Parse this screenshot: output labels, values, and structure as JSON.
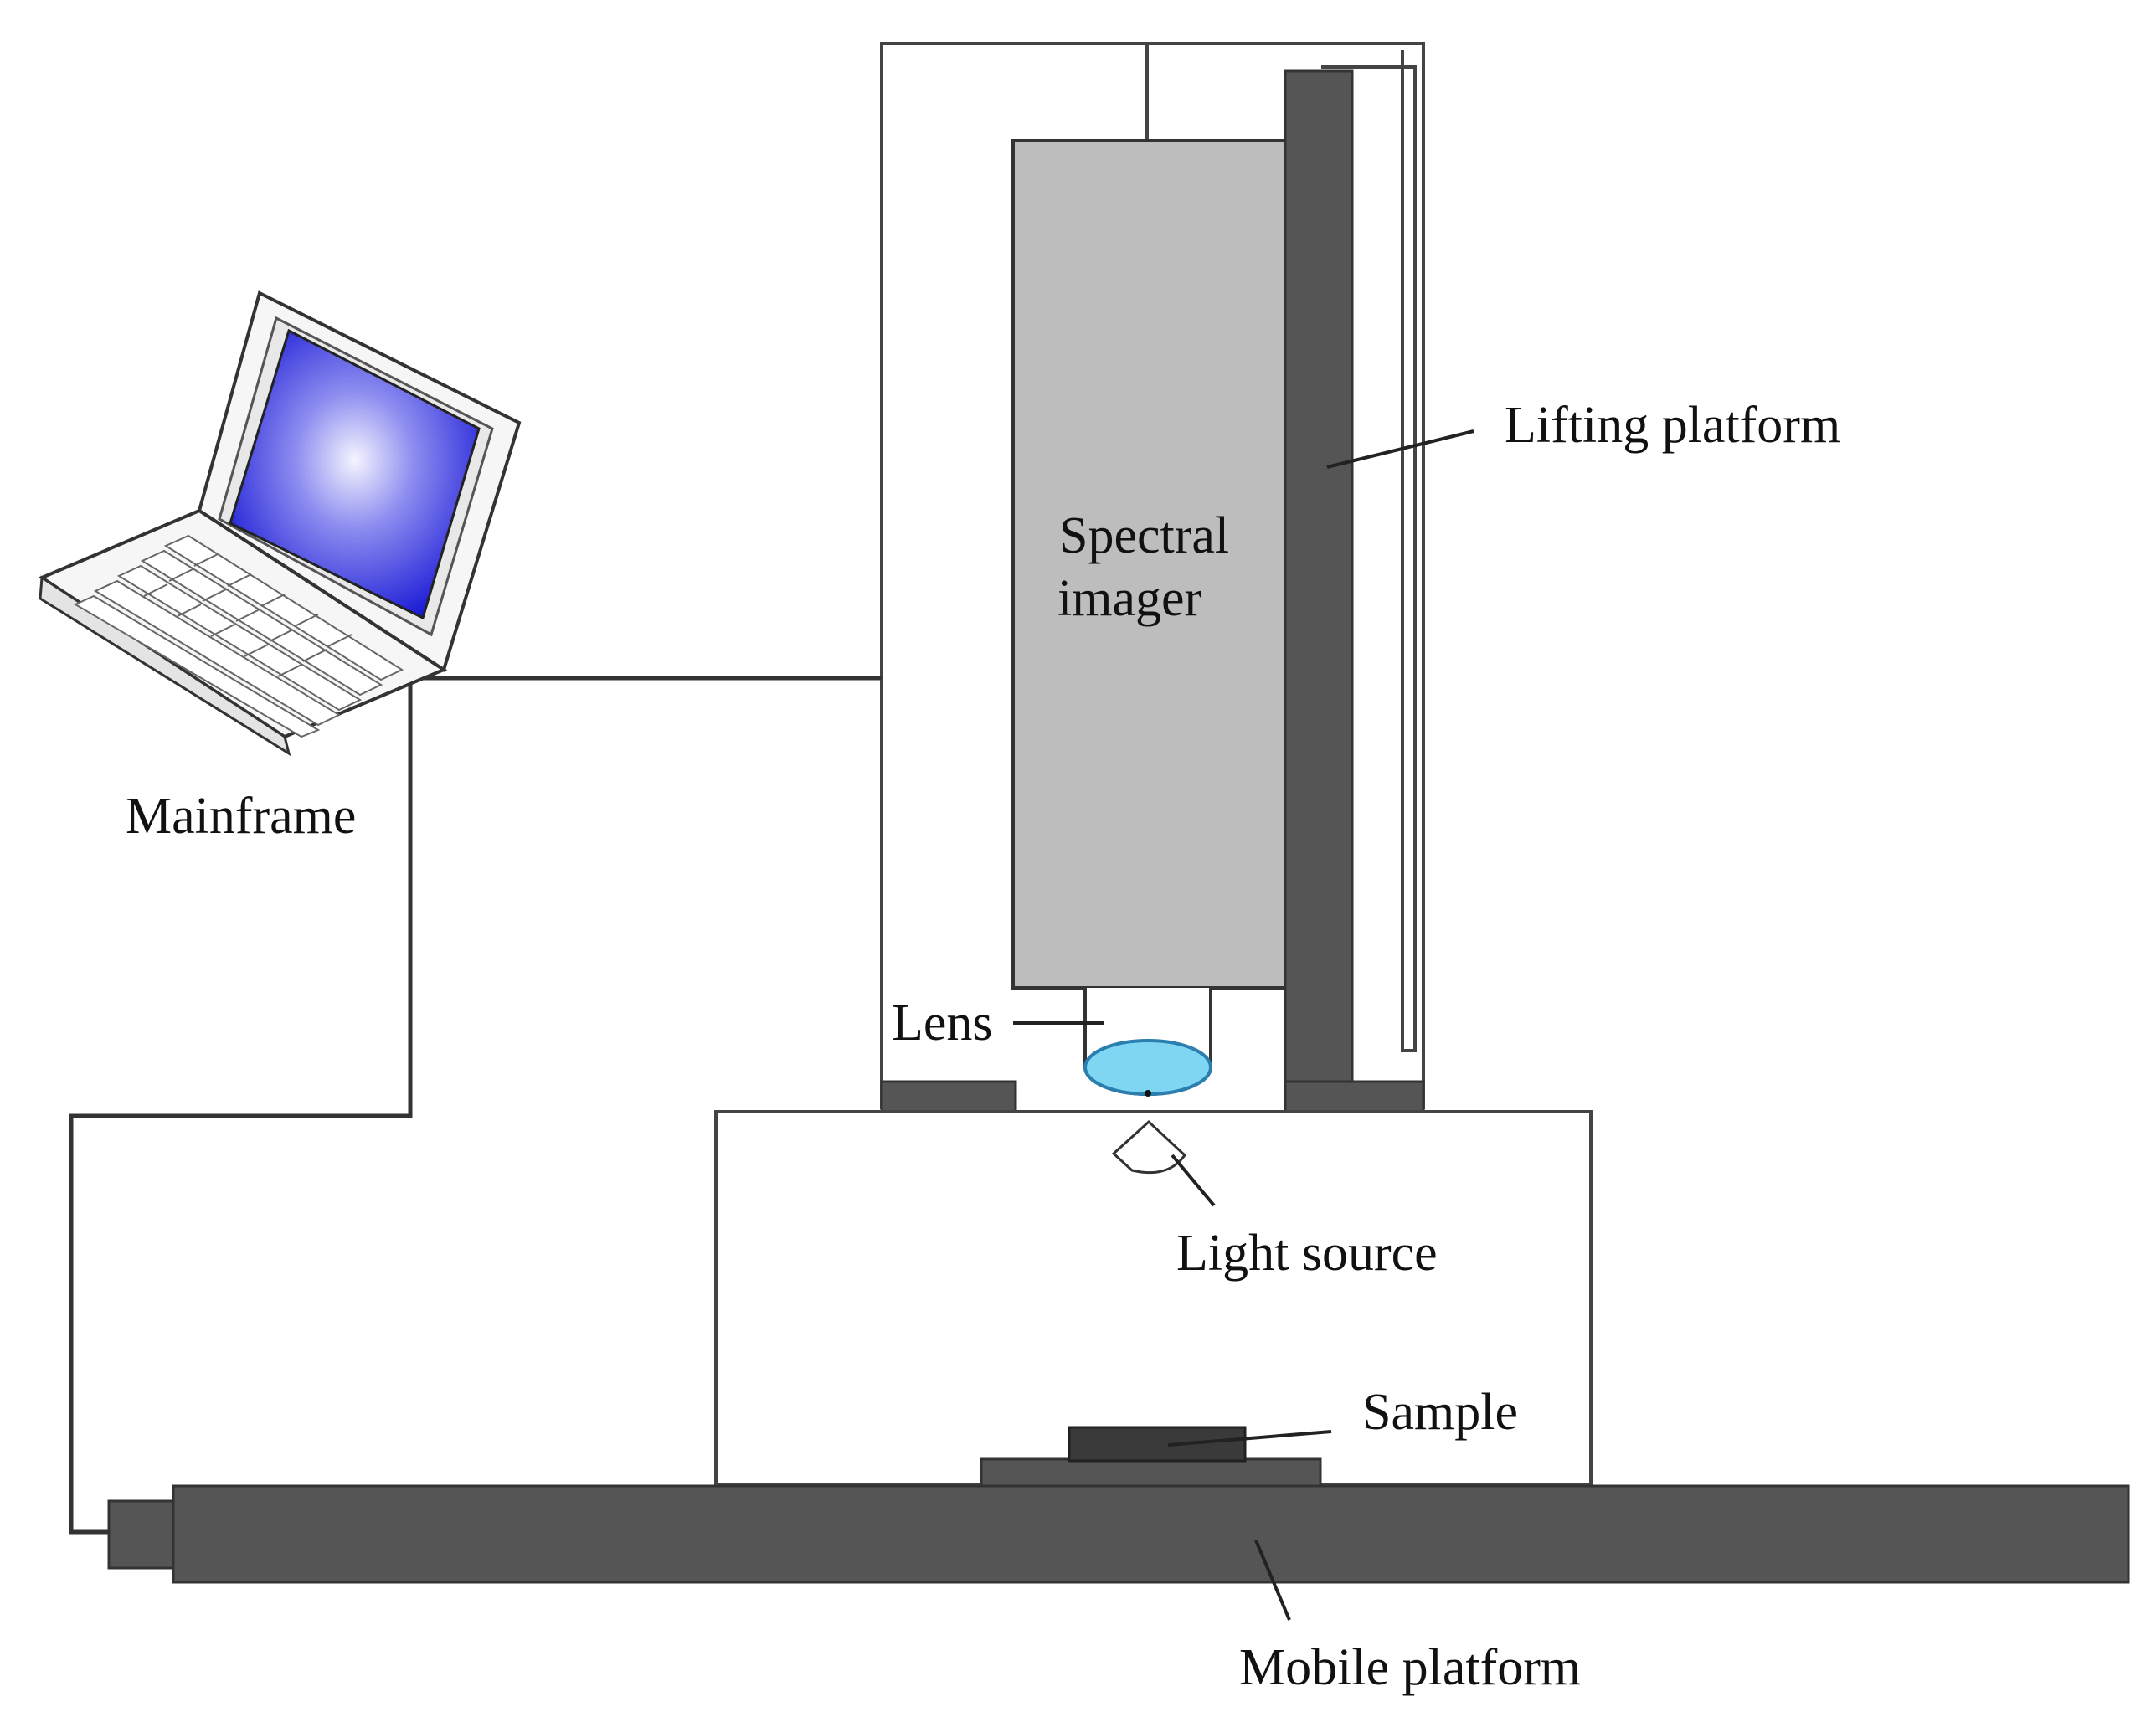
{
  "labels": {
    "lifting_platform": "Lifting platform",
    "spectral_line1": "Spectral",
    "spectral_line2": "imager",
    "mainframe": "Mainframe",
    "lens": "Lens",
    "light_source": "Light source",
    "sample": "Sample",
    "mobile_platform": "Mobile platform"
  },
  "colors": {
    "imager_fill": "#bdbdbd",
    "dark_parts": "#555555",
    "lens_fill": "#7fd6f2",
    "screen_fill": "#1a1ad6"
  },
  "icons": {
    "computer": "laptop-icon"
  }
}
